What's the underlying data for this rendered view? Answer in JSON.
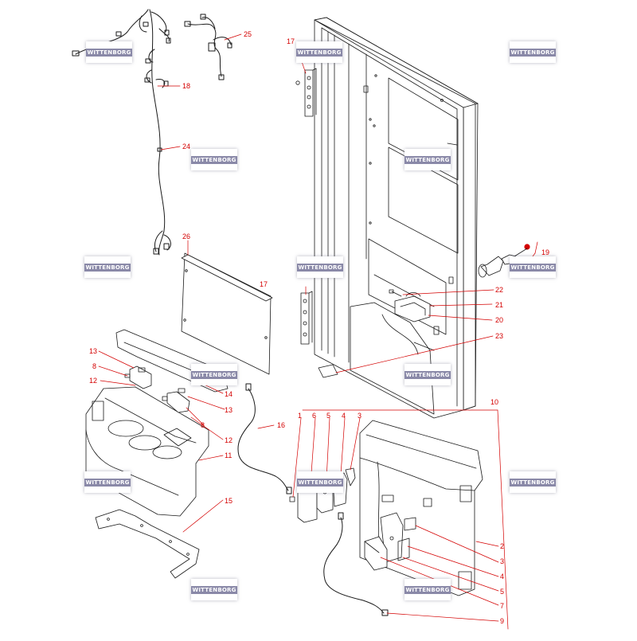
{
  "watermark": {
    "text": "WITTENBORG"
  },
  "callouts": {
    "c1": "1",
    "c2": "2",
    "c3a": "3",
    "c3b": "3",
    "c4a": "4",
    "c4b": "4",
    "c5a": "5",
    "c5b": "5",
    "c6": "6",
    "c7": "7",
    "c8a": "8",
    "c8b": "8",
    "c9": "9",
    "c10": "10",
    "c11": "11",
    "c12a": "12",
    "c12b": "12",
    "c13a": "13",
    "c13b": "13",
    "c14": "14",
    "c15": "15",
    "c16": "16",
    "c17a": "17",
    "c17b": "17",
    "c18": "18",
    "c19": "19",
    "c20": "20",
    "c21": "21",
    "c22": "22",
    "c23": "23",
    "c24": "24",
    "c25": "25",
    "c26": "26"
  },
  "colors": {
    "line": "#1a1a1a",
    "callout": "#d40000",
    "watermark_band": "#8a89a8"
  }
}
